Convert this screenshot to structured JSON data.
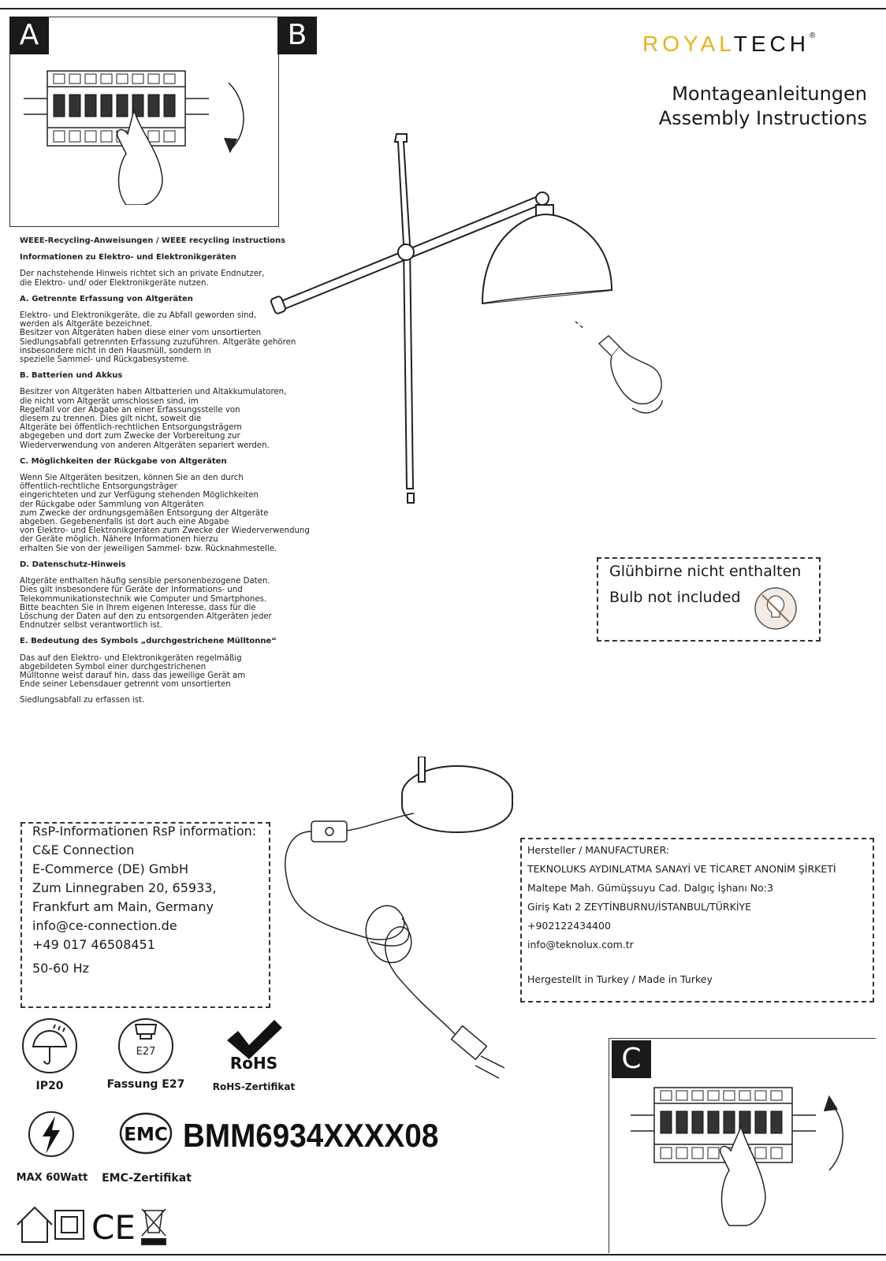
{
  "panels": {
    "a_label": "A",
    "b_label": "B",
    "c_label": "C"
  },
  "brand": {
    "royal": "ROYAL",
    "tech": "TECH",
    "reg": "®"
  },
  "title": {
    "de": "Montageanleitungen",
    "en": "Assembly Instructions"
  },
  "weee": [
    {
      "type": "h",
      "text": "WEEE-Recycling-Anweisungen / WEEE recycling instructions"
    },
    {
      "type": "h",
      "text": "Informationen zu Elektro- und Elektronikgeräten"
    },
    {
      "type": "p",
      "text": "Der nachstehende Hinweis richtet sich an private Endnutzer,\n die Elektro- und/ oder Elektronikgeräte nutzen."
    },
    {
      "type": "h",
      "text": "A. Getrennte Erfassung von Altgeräten"
    },
    {
      "type": "p",
      "text": "Elektro- und Elektronikgeräte, die zu Abfall geworden sind,\n werden als Altgeräte bezeichnet.\nBesitzer von Altgeräten haben diese einer vom unsortierten\nSiedlungsabfall getrennten Erfassung zuzuführen. Altgeräte gehören\ninsbesondere nicht in den Hausmüll, sondern in\nspezielle Sammel- und Rückgabesysteme."
    },
    {
      "type": "h",
      "text": "B. Batterien und Akkus"
    },
    {
      "type": "p",
      "text": "Besitzer von Altgeräten haben Altbatterien und Altakkumulatoren,\n die nicht vom Altgerät umschlossen sind, im\nRegelfall vor der Abgabe an einer Erfassungsstelle von\ndiesem zu trennen. Dies gilt nicht, soweit die\nAltgeräte bei öffentlich-rechtlichen Entsorgungsträgern\nabgegeben und dort zum Zwecke der Vorbereitung zur\nWiederverwendung von anderen Altgeräten separiert werden."
    },
    {
      "type": "h",
      "text": "C. Möglichkeiten der Rückgabe von Altgeräten"
    },
    {
      "type": "p",
      "text": "Wenn Sie Altgeräten besitzen, können Sie an den durch\nöffentlich-rechtliche Entsorgungsträger\neingerichteten und zur Verfügung stehenden Möglichkeiten\nder Rückgabe oder Sammlung von Altgeräten\n zum Zwecke der ordnungsgemäßen Entsorgung der Altgeräte\nabgeben. Gegebenenfalls ist dort auch eine Abgabe\n von Elektro- und Elektronikgeräten zum Zwecke der Wiederverwendung\nder Geräte möglich. Nähere Informationen hierzu\nerhalten Sie von der jeweiligen Sammel- bzw. Rücknahmestelle."
    },
    {
      "type": "h",
      "text": "D. Datenschutz-Hinweis"
    },
    {
      "type": "p",
      "text": "Altgeräte enthalten häufig sensible personenbezogene Daten.\nDies gilt insbesondere für Geräte der Informations- und\nTelekommunikationstechnik wie Computer und Smartphones.\n Bitte beachten Sie in Ihrem eigenen Interesse, dass für die\nLöschung der Daten auf den zu entsorgenden Altgeräten jeder\nEndnutzer selbst verantwortlich ist."
    },
    {
      "type": "h",
      "text": "E. Bedeutung des Symbols „durchgestrichene Mülltonne“"
    },
    {
      "type": "p",
      "text": "Das auf den Elektro- und Elektronikgeräten regelmäßig\n abgebildeten Symbol einer durchgestrichenen\nMülltonne weist darauf hin, dass das jeweilige Gerät am\nEnde seiner Lebensdauer getrennt vom unsortierten"
    },
    {
      "type": "p",
      "text": "Siedlungsabfall zu erfassen ist."
    }
  ],
  "bulb_note": {
    "de": "Glühbirne nicht enthalten",
    "en": "Bulb not included"
  },
  "rsp": [
    "RsP-Informationen RsP information:",
    "C&E Connection",
    "E-Commerce (DE) GmbH",
    "Zum Linnegraben 20, 65933,",
    "Frankfurt am Main, Germany",
    "info@ce-connection.de",
    "+49 017 46508451",
    "50-60 Hz"
  ],
  "manufacturer": [
    "Hersteller / MANUFACTURER:",
    "TEKNOLUKS AYDINLATMA SANAYİ VE TİCARET ANONİM ŞİRKETİ",
    "Maltepe Mah. Gümüşsuyu Cad. Dalgıç İşhanı No:3",
    "Giriş Katı 2 ZEYTİNBURNU/İSTANBUL/TÜRKİYE",
    "+902122434400",
    "info@teknolux.com.tr",
    "Hergestellt in Turkey / Made in Turkey"
  ],
  "icons": {
    "ip20": "IP20",
    "e27_inner": "E27",
    "e27": "Fassung E27",
    "rohs_logo": "RoHS",
    "rohs": "RoHS-Zertifikat",
    "max": "MAX 60Watt",
    "emc_logo": "EMC",
    "emc": "EMC-Zertifikat",
    "ce": "CE"
  },
  "model": "BMM6934XXXX08"
}
